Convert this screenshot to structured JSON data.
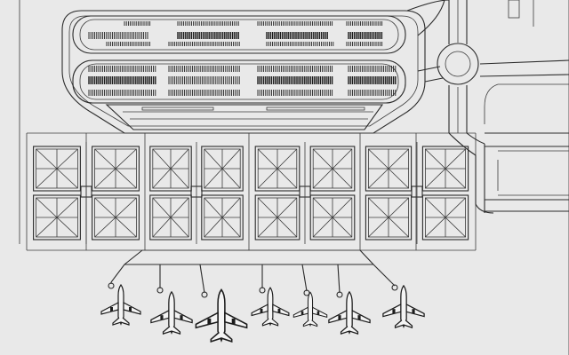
{
  "drawing": {
    "kind": "airport terminal site plan",
    "colors": {
      "paper": "#e9e9e9",
      "ink": "#1c1c1c",
      "ink_light": "#3a3a3a"
    },
    "parking_decks": 2,
    "terminal_modules": 4,
    "aircraft_count": 7,
    "roundabouts": 1
  }
}
